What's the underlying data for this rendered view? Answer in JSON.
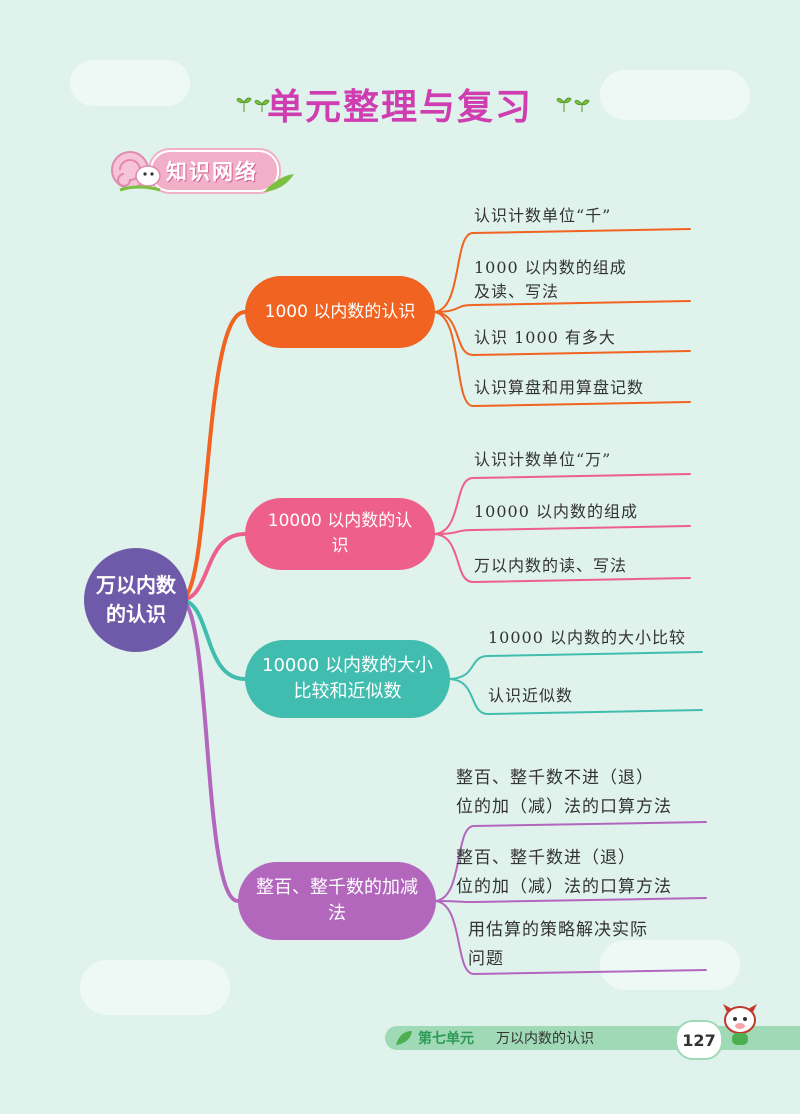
{
  "header": {
    "title": "单元整理与复习"
  },
  "section": {
    "badge_label": "知识网络"
  },
  "mindmap": {
    "root": "万以内数的认识",
    "branches": [
      {
        "label": "1000 以内数的认识",
        "color": "#f06320",
        "leaves": [
          "认识计数单位“千”",
          "1000 以内数的组成\n及读、写法",
          "认识 1000 有多大",
          "认识算盘和用算盘记数"
        ]
      },
      {
        "label": "10000 以内数的认识",
        "color": "#ef5f8c",
        "leaves": [
          "认识计数单位“万”",
          "10000 以内数的组成",
          "万以内数的读、写法"
        ]
      },
      {
        "label": "10000 以内数的大小比较和近似数",
        "color": "#41bdb0",
        "leaves": [
          "10000 以内数的大小比较",
          "认识近似数"
        ]
      },
      {
        "label": "整百、整千数的加减法",
        "color": "#b267bd",
        "leaves": [
          "整百、整千数不进（退）\n位的加（减）法的口算方法",
          "整百、整千数进（退）\n位的加（减）法的口算方法",
          "用估算的策略解决实际\n问题"
        ]
      }
    ]
  },
  "footer": {
    "unit": "第七单元",
    "chapter": "万以内数的认识",
    "page": "127"
  },
  "colors": {
    "title": "#cf3db0",
    "root": "#6e5aa8",
    "background": "#dff2ec"
  }
}
